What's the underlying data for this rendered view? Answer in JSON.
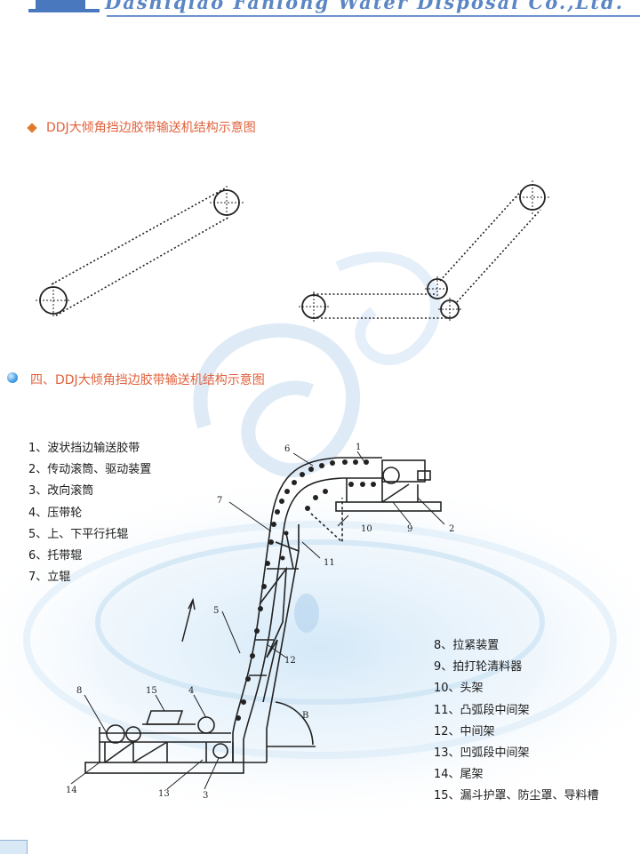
{
  "header": {
    "company_text": "Dashiqiao Fanlong Water Disposal Co.,Ltd."
  },
  "section1": {
    "title": "DDJ大倾角挡边胶带输送机结构示意图"
  },
  "section2": {
    "title": "四、DDJ大倾角挡边胶带输送机结构示意图"
  },
  "legend_left": [
    "1、波状挡边输送胶带",
    "2、传动滚筒、驱动装置",
    "3、改向滚筒",
    "4、压带轮",
    "5、上、下平行托辊",
    "6、托带辊",
    "7、立辊"
  ],
  "legend_right": [
    "8、拉紧装置",
    "9、拍打轮清料器",
    "10、头架",
    "11、凸弧段中间架",
    "12、中间架",
    "13、凹弧段中间架",
    "14、尾架",
    "15、漏斗护罩、防尘罩、导料槽"
  ],
  "callouts": {
    "n1": "1",
    "n2": "2",
    "n3": "3",
    "n4": "4",
    "n5": "5",
    "n6": "6",
    "n7": "7",
    "n8": "8",
    "n9": "9",
    "n10": "10",
    "n11": "11",
    "n12": "12",
    "n13": "13",
    "n14": "14",
    "n15": "15",
    "angle": "B"
  },
  "colors": {
    "accent_orange": "#e0603a",
    "bullet_blue": "#2b86d6",
    "header_blue": "#5b86c4",
    "drawing_line": "#222222"
  }
}
